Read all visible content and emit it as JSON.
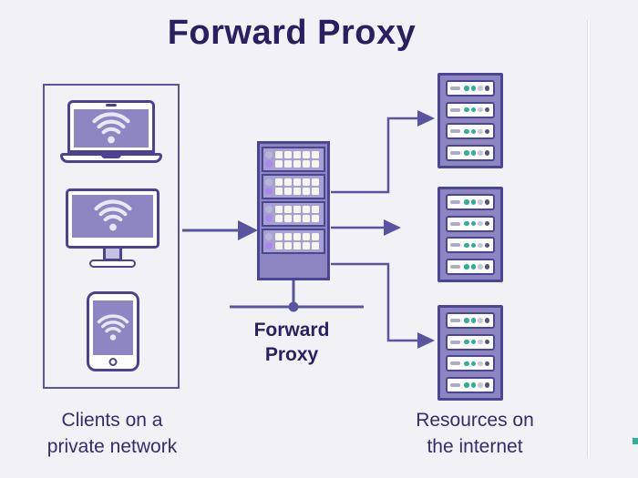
{
  "title": "Forward Proxy",
  "clients": {
    "caption_line1": "Clients on a",
    "caption_line2": "private network",
    "devices": [
      "laptop",
      "monitor",
      "smartphone"
    ]
  },
  "proxy": {
    "label_line1": "Forward",
    "label_line2": "Proxy",
    "led_colors": [
      "#b9b5d6",
      "#ab89ec"
    ]
  },
  "resources": {
    "caption_line1": "Resources on",
    "caption_line2": "the internet",
    "led_colors": [
      "#2fae99",
      "#2fae99",
      "#c9c5dd",
      "#5a527d"
    ]
  },
  "counts": {
    "proxy_units": 4,
    "resource_racks": 3,
    "units_per_rack": 4,
    "squares_per_proxy_unit": 10
  },
  "icons": {
    "wifi": "wifi-icon",
    "laptop": "laptop-icon",
    "monitor": "monitor-icon",
    "smartphone": "smartphone-icon",
    "proxy_server": "proxy-server-icon",
    "server_rack": "server-rack-icon",
    "arrow": "arrow-right-icon"
  },
  "colors": {
    "background": "#f2f1f5",
    "heading_text": "#2b1f62",
    "caption_text": "#352b6e",
    "line_purple": "#5a53a0",
    "device_outline": "#4b4392",
    "screen_fill": "#8d86c3",
    "rack_fill": "#8d86c3",
    "rack_outline": "#4c4594",
    "server_unit_fill": "#a7a1d1",
    "led_teal": "#2fae99",
    "led_light": "#c9c5dd",
    "led_dark": "#5a527d",
    "led_violet": "#ab89ec"
  }
}
